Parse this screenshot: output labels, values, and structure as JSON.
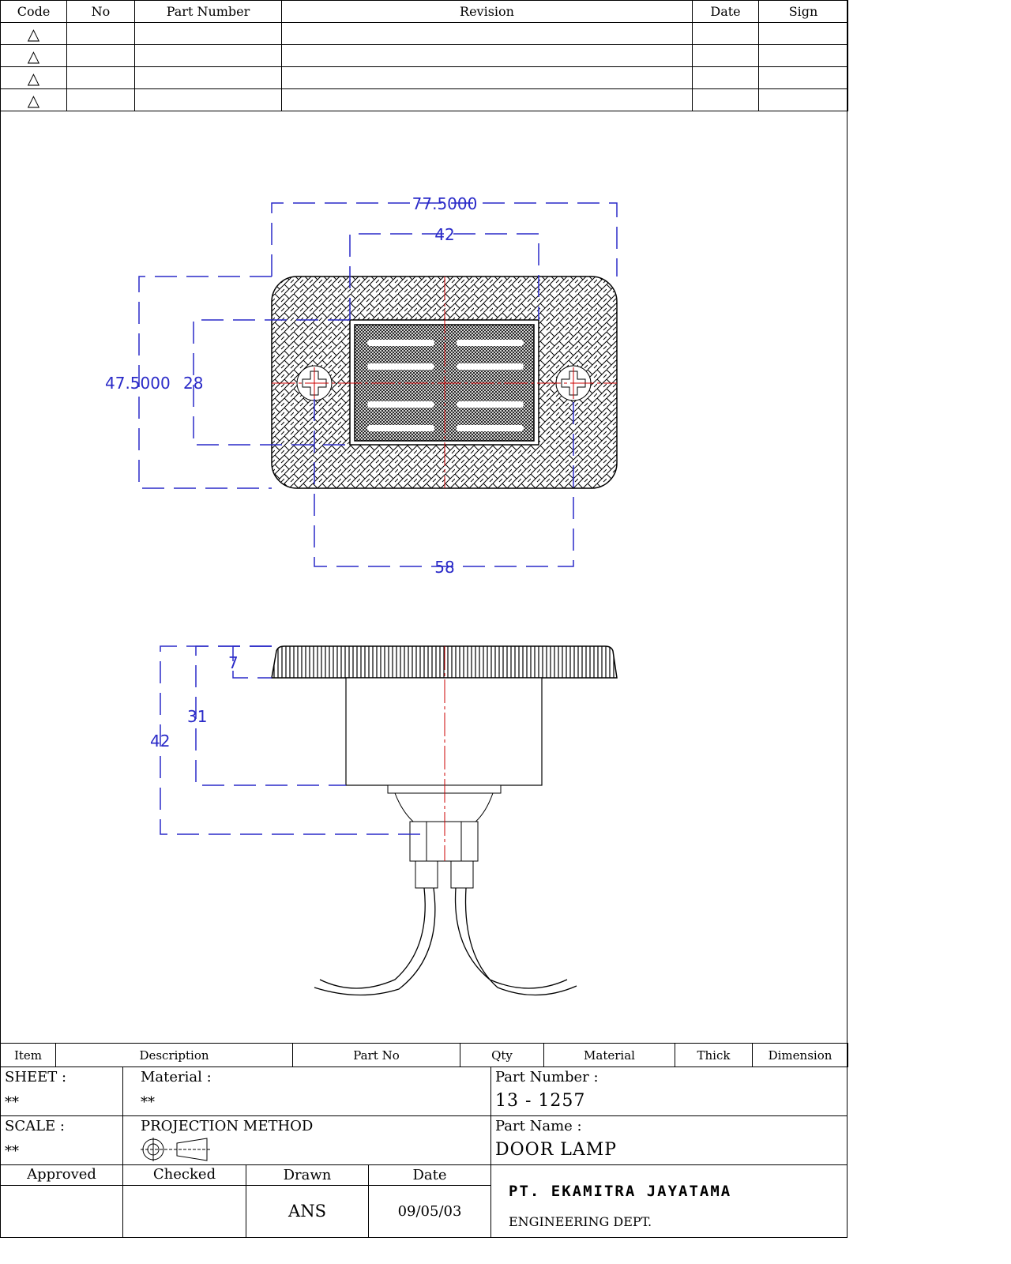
{
  "revision_table": {
    "headers": [
      "Code",
      "No",
      "Part Number",
      "Revision",
      "Date",
      "Sign"
    ],
    "rows": [
      {
        "code": "△"
      },
      {
        "code": "△"
      },
      {
        "code": "△"
      },
      {
        "code": "△"
      }
    ]
  },
  "drawing": {
    "top_view": {
      "width": "77.5000",
      "inner_width": "42",
      "height": "47.5000",
      "inner_height": "28",
      "hole_spacing": "58"
    },
    "side_view": {
      "flange": "7",
      "body": "31",
      "total": "42"
    },
    "colors": {
      "dimension": "#2a2ac8",
      "centerline": "#cc0000"
    }
  },
  "items_table": {
    "headers": [
      "Item",
      "Description",
      "Part No",
      "Qty",
      "Material",
      "Thick",
      "Dimension"
    ]
  },
  "title_block": {
    "sheet_label": "SHEET :",
    "sheet_value": "**",
    "material_label": "Material :",
    "material_value": "**",
    "part_number_label": "Part Number :",
    "part_number_value": "13 - 1257",
    "scale_label": "SCALE :",
    "scale_value": "**",
    "projection_label": "PROJECTION METHOD",
    "part_name_label": "Part Name :",
    "part_name_value": "DOOR LAMP",
    "approved_label": "Approved",
    "checked_label": "Checked",
    "drawn_label": "Drawn",
    "date_label": "Date",
    "drawn_value": "ANS",
    "date_value": "09/05/03",
    "company": "PT. EKAMITRA JAYATAMA",
    "department": "ENGINEERING DEPT."
  }
}
